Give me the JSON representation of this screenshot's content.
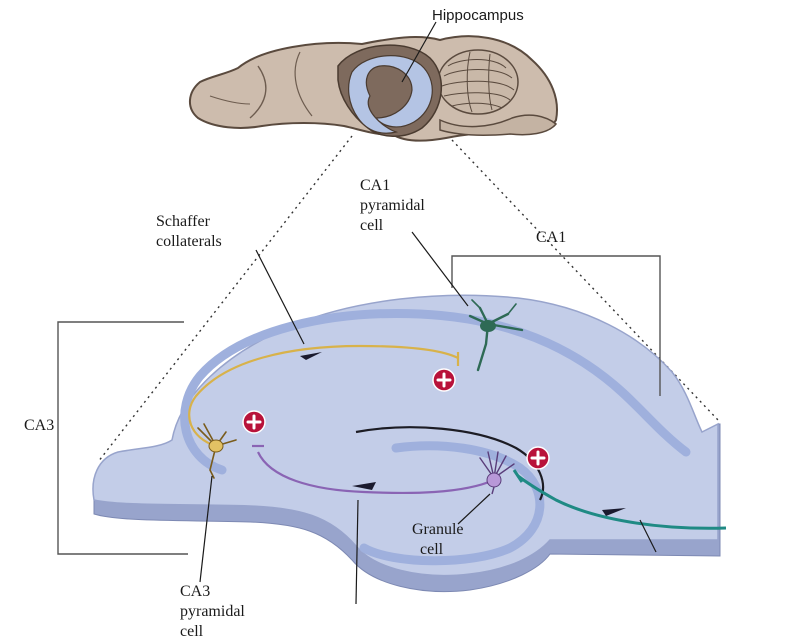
{
  "labels": {
    "hippocampus": "Hippocampus",
    "ca1_pyramidal": [
      "CA1",
      "pyramidal",
      "cell"
    ],
    "schaffer": [
      "Schaffer",
      "collaterals"
    ],
    "ca1": "CA1",
    "ca3": "CA3",
    "granule": [
      "Granule",
      "cell"
    ],
    "ca3_pyramidal": [
      "CA3",
      "pyramidal",
      "cell"
    ]
  },
  "colors": {
    "slice_face": "#c3cde8",
    "slice_edge": "#98a4cc",
    "slice_band": "#9fb0dd",
    "schaffer_path": "#d8b24a",
    "mossy_path": "#8a64b4",
    "perforant_path": "#1f8a84",
    "excitatory_marker": "#b8123a",
    "brain_tissue": "#cdbcad",
    "brain_outline": "#5a4a3e"
  },
  "icons": {
    "synapse_marker": "plus-in-circle",
    "direction_arrow": "arrowhead"
  }
}
